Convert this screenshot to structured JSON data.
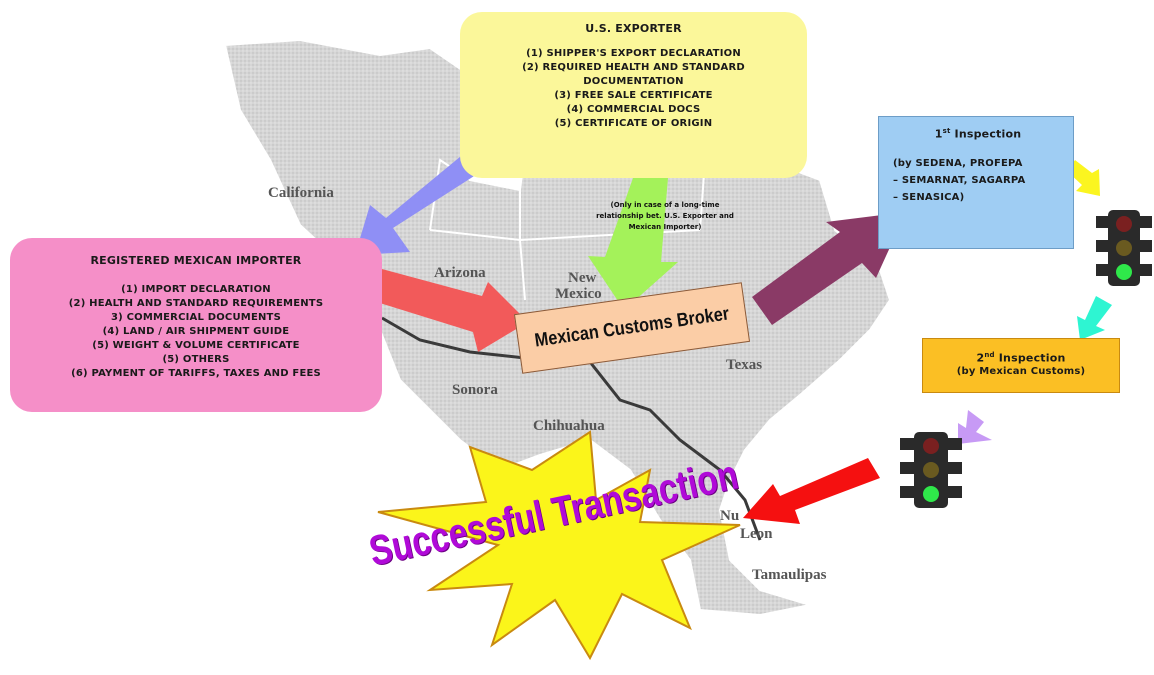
{
  "regions": {
    "california": "California",
    "arizona": "Arizona",
    "new": "New",
    "mexico": "Mexico",
    "sonora": "Sonora",
    "chihuahua": "Chihuahua",
    "texas": "Texas",
    "nuevo": "Nu",
    "leon": "Leon",
    "tamaulipas": "Tamaulipas"
  },
  "exporter": {
    "title": "U.S. EXPORTER",
    "lines": [
      "(1) SHIPPER'S EXPORT DECLARATION",
      "(2) REQUIRED HEALTH AND STANDARD",
      "DOCUMENTATION",
      "(3) FREE SALE CERTIFICATE",
      "(4) COMMERCIAL DOCS",
      "(5) CERTIFICATE OF ORIGIN"
    ]
  },
  "importer": {
    "title": "REGISTERED MEXICAN IMPORTER",
    "lines": [
      "(1) IMPORT DECLARATION",
      "(2) HEALTH AND STANDARD REQUIREMENTS",
      "3) COMMERCIAL DOCUMENTS",
      "(4) LAND / AIR SHIPMENT GUIDE",
      "(5) WEIGHT & VOLUME CERTIFICATE",
      "(5) OTHERS",
      "(6) PAYMENT OF TARIFFS, TAXES AND FEES"
    ]
  },
  "note": {
    "lines": [
      "(Only in case of a long-time",
      "relationship bet. U.S. Exporter and",
      "Mexican Importer)"
    ]
  },
  "broker": {
    "label": "Mexican Customs Broker"
  },
  "inspection1": {
    "ordinal": "1",
    "ordinal_suffix": "st",
    "title": " Inspection",
    "lines": [
      "(by SEDENA, PROFEPA",
      "– SEMARNAT, SAGARPA",
      "– SENASICA)"
    ]
  },
  "inspection2": {
    "ordinal": "2",
    "ordinal_suffix": "nd",
    "title": " Inspection",
    "line": "(by Mexican Customs)"
  },
  "success": {
    "label": "Successful Transaction"
  },
  "colors": {
    "exporter_box": "#fbf79a",
    "importer_box": "#f58fc8",
    "inspection1_box": "#9fcdf3",
    "inspection2_box": "#fbbf24",
    "broker_box": "#fbcda6",
    "success_text": "#b00ad8",
    "burst": "#fbf51a",
    "arrow_blue": "#8f8ff5",
    "arrow_green": "#a4f25a",
    "arrow_red": "#f25a5a",
    "arrow_purple": "#8a3a66",
    "arrow_yellow": "#fbf520",
    "arrow_cyan": "#2ef5d2",
    "arrow_violet": "#c79af5",
    "arrow_bright_red": "#f51010"
  },
  "icons": [
    "traffic-light-icon",
    "starburst-icon",
    "arrow-icon"
  ]
}
